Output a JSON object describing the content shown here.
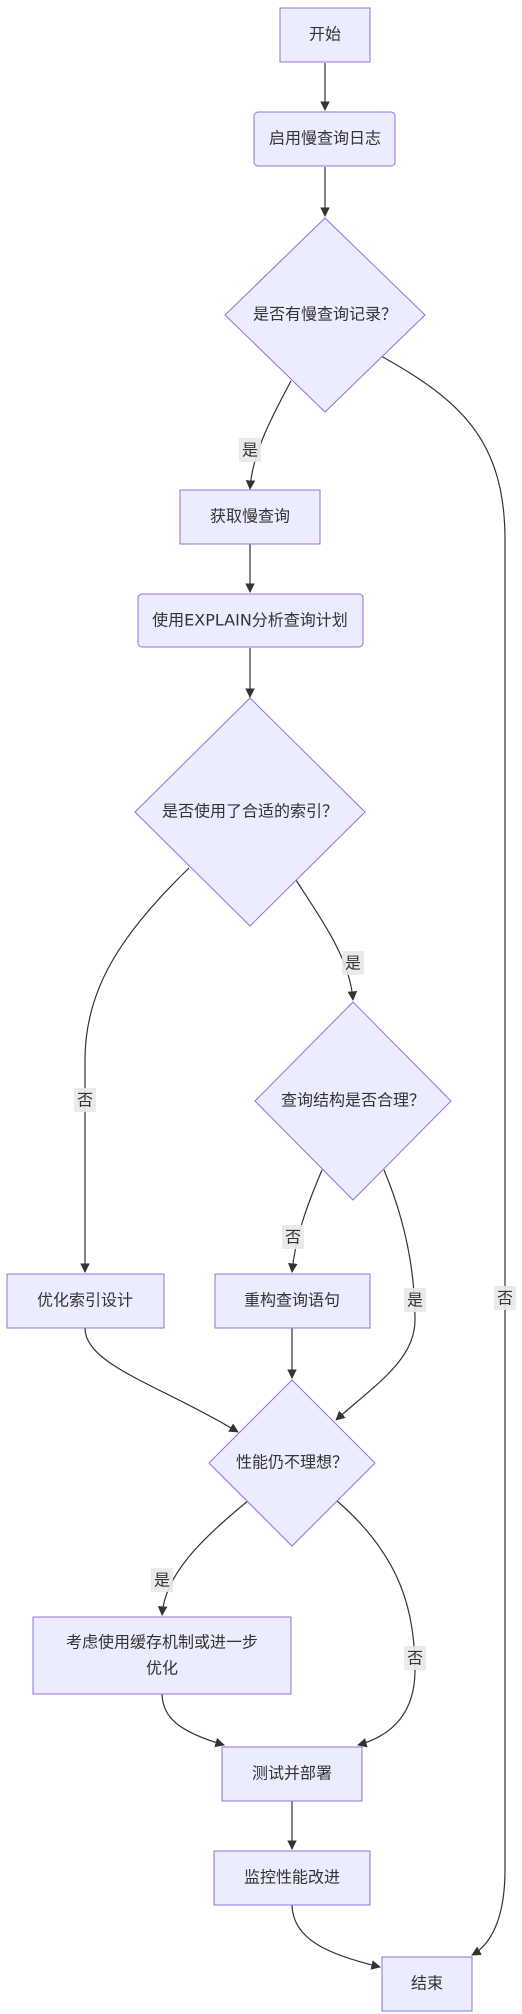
{
  "nodes": {
    "start": "开始",
    "enable_log": "启用慢查询日志",
    "has_slow": "是否有慢查询记录？",
    "get_slow": "获取慢查询",
    "explain": "使用EXPLAIN分析查询计划",
    "index_ok": "是否使用了合适的索引？",
    "structure_ok": "查询结构是否合理？",
    "optimize_index": "优化索引设计",
    "rewrite": "重构查询语句",
    "still_bad": "性能仍不理想？",
    "cache_line1": "考虑使用缓存机制或进一步",
    "cache_line2": "优化",
    "test": "测试并部署",
    "monitor": "监控性能改进",
    "end": "结束"
  },
  "edge_labels": {
    "has_slow_yes": "是",
    "has_slow_no": "否",
    "index_no": "否",
    "index_yes": "是",
    "structure_no": "否",
    "structure_yes": "是",
    "still_yes": "是",
    "still_no": "否"
  }
}
